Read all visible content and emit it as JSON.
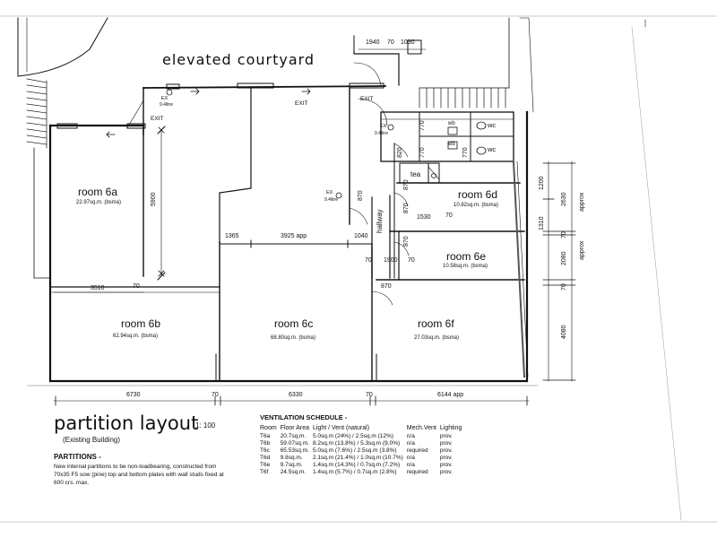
{
  "plan": {
    "courtyard_label": "elevated courtyard",
    "exits": [
      "EXIT",
      "EXIT",
      "EXIT"
    ],
    "ex_labels": [
      "EX",
      "EX",
      "EX"
    ],
    "extinguisher_label": "9.4litre",
    "hallway_label": "hallway",
    "tea_label": "tea",
    "wc_labels": [
      "wc",
      "wc"
    ],
    "wb_labels": [
      "wb",
      "wb"
    ],
    "approx_label": "approx",
    "rooms": [
      {
        "name": "room 6a",
        "area": "22.97sq.m. (bsma)"
      },
      {
        "name": "room 6b",
        "area": "62.94sq.m. (bsma)"
      },
      {
        "name": "room 6c",
        "area": "68.80sq.m. (bsma)"
      },
      {
        "name": "room 6d",
        "area": "10.82sq.m. (bsma)"
      },
      {
        "name": "room 6e",
        "area": "10.58sq.m. (bsma)"
      },
      {
        "name": "room 6f",
        "area": "27.03sq.m. (bsma)"
      }
    ],
    "dims": {
      "top_1940": "1940",
      "top_70": "70",
      "top_1030": "1030",
      "d5900": "5900",
      "d1365": "1365",
      "d3925": "3925 app",
      "d1040": "1040",
      "d3510": "3510",
      "d70a": "70",
      "d70b": "70",
      "d1900": "1900",
      "d70c": "70",
      "d870a": "870",
      "d870b": "870",
      "d1530": "1530",
      "d70d": "70",
      "d870c": "870",
      "d870d": "870",
      "d870e": "870",
      "d770a": "770",
      "d770b": "770",
      "d770c": "770",
      "d820": "820",
      "d1200": "1200",
      "d2630": "2630",
      "d1310": "1310",
      "d70e": "70",
      "d2080": "2080",
      "d70f": "70",
      "d4080": "4080",
      "b6730": "6730",
      "b70a": "70",
      "b6330": "6330",
      "b70b": "70",
      "b6144": "6144 app"
    }
  },
  "title": {
    "main": "partition layout",
    "scale": "1: 100",
    "subtitle": "(Existing Building)"
  },
  "partitions": {
    "heading": "PARTITIONS -",
    "text": "New internal partitions to be non-loadbearing, constructed from 70x35 F5 sow (pine) top and bottom plates with wall studs fixed at 600 crs. max."
  },
  "ventilation": {
    "heading": "VENTILATION SCHEDULE -",
    "columns": [
      "Room",
      "Floor Area",
      "Light / Vent (natural)",
      "Mech.Vent",
      "Lighting"
    ],
    "rows": [
      [
        "T6a",
        "20.7sq.m.",
        "5.0sq.m (24%) / 2.5sq.m (12%)",
        "n/a",
        "prov."
      ],
      [
        "T6b",
        "59.07sq.m.",
        "8.2sq.m (13.8%) / 5.3sq.m (9.0%)",
        "n/a",
        "prov."
      ],
      [
        "T6c",
        "65.53sq.m.",
        "5.0sq.m (7.6%) / 2.5sq.m (3.8%)",
        "required",
        "prov."
      ],
      [
        "T6d",
        "9.8sq.m.",
        "2.1sq.m (21.4%) / 1.0sq.m (10.7%)",
        "n/a",
        "prov."
      ],
      [
        "T6e",
        "9.7sq.m.",
        "1.4sq.m (14.3%) / 0.7sq.m (7.2%)",
        "n/a",
        "prov."
      ],
      [
        "T6f",
        "24.5sq.m.",
        "1.4sq.m (5.7%) / 0.7sq.m (2.8%)",
        "required",
        "prov."
      ]
    ]
  }
}
